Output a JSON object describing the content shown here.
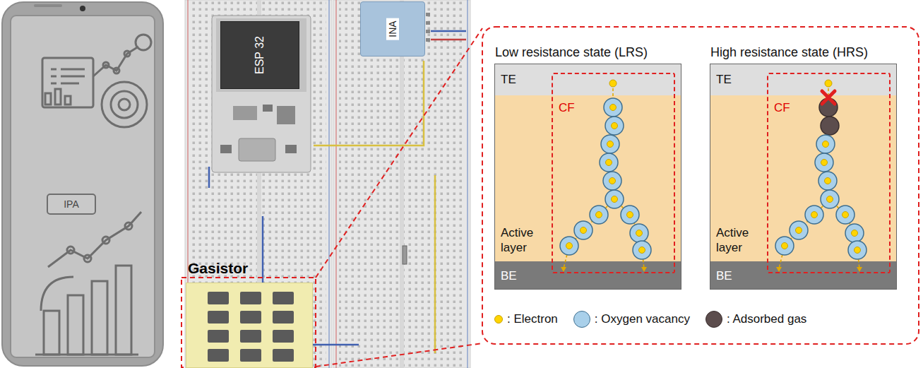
{
  "diagram": {
    "nodes": [
      {
        "text": [
          "IPA"
        ]
      },
      {
        "text": [
          "ESP 32"
        ]
      },
      {
        "text": [
          "INA"
        ]
      },
      {
        "text": [
          "Gasistor"
        ]
      },
      {
        "text": [
          "Low resistance state (LRS)"
        ]
      },
      {
        "text": [
          "TE"
        ],
        "in": 4
      },
      {
        "text": [
          "Active layer"
        ],
        "in": 4
      },
      {
        "text": [
          "BE"
        ],
        "in": 4
      },
      {
        "text": [
          "CF"
        ],
        "in": 4
      },
      {
        "text": [
          "High resistance state (HRS)"
        ]
      },
      {
        "text": [
          "TE"
        ],
        "in": 9
      },
      {
        "text": [
          "Active layer"
        ],
        "in": 9
      },
      {
        "text": [
          "BE"
        ],
        "in": 9
      },
      {
        "text": [
          "CF"
        ],
        "in": 9
      }
    ],
    "legend": [
      {
        "text": ": Electron",
        "color": "#ffd400"
      },
      {
        "text": ": Oxygen vacancy",
        "color": "#a9d0ea"
      },
      {
        "text": ": Adsorbed gas",
        "color": "#5c4d4d"
      }
    ]
  }
}
